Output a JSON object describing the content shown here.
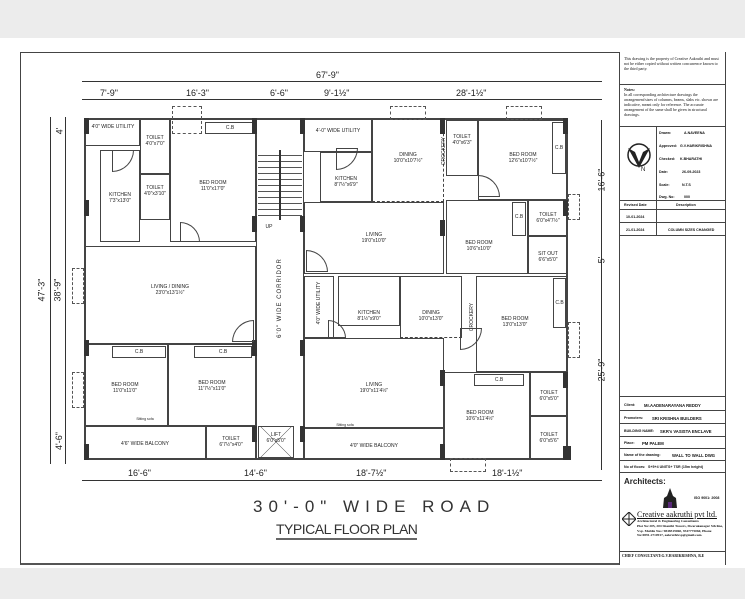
{
  "drawing": {
    "title": "TYPICAL FLOOR PLAN",
    "road_label": "30'-0\" WIDE ROAD",
    "corridor_label": "6'0\" WIDE CORRIDOR",
    "stair_label": "UP"
  },
  "dimensions": {
    "overall_width": "67'-9\"",
    "top_segments": [
      "7'-9\"",
      "16'-3\"",
      "6'-6\"",
      "9'-1½\"",
      "28'-1½\""
    ],
    "bottom_segments": [
      "16'-6\"",
      "14'-6\"",
      "18'-7½\"",
      "18'-1½\""
    ],
    "left_overall": "47'-3\"",
    "left_inner": "38'-9\"",
    "left_top": "4'",
    "left_bottom": "4'-6\"",
    "right_segments": [
      "16'-6\"",
      "5'",
      "25'-9\""
    ]
  },
  "rooms": [
    {
      "name": "4'0\" WIDE UTILITY",
      "size": ""
    },
    {
      "name": "TOILET",
      "size": "4'0\"x7'0\""
    },
    {
      "name": "TOILET",
      "size": "4'0\"x3'10\""
    },
    {
      "name": "KITCHEN",
      "size": "7'3\"x13'0\""
    },
    {
      "name": "BED ROOM",
      "size": "11'0\"x17'0\""
    },
    {
      "name": "4'-0\" WIDE UTILITY",
      "size": ""
    },
    {
      "name": "KITCHEN",
      "size": "8'7½\"x6'9\""
    },
    {
      "name": "DINING",
      "size": "10'0\"x10'7½\""
    },
    {
      "name": "LIVING",
      "size": "19'0\"x10'0\""
    },
    {
      "name": "TOILET",
      "size": "4'0\"x6'3\""
    },
    {
      "name": "BED ROOM",
      "size": "12'6\"x10'7½\""
    },
    {
      "name": "BED ROOM",
      "size": "10'6\"x10'0\""
    },
    {
      "name": "TOILET",
      "size": "6'0\"x4'7½\""
    },
    {
      "name": "SIT OUT",
      "size": "6'6\"x5'0\""
    },
    {
      "name": "LIVING / DINING",
      "size": "23'0\"x13'1½\""
    },
    {
      "name": "BED ROOM",
      "size": "11'0\"x11'0\""
    },
    {
      "name": "BED ROOM",
      "size": "11'7½\"x11'0\""
    },
    {
      "name": "4'6\" WIDE BALCONY",
      "size": ""
    },
    {
      "name": "TOILET",
      "size": "6'7½\"x4'0\""
    },
    {
      "name": "LIFT",
      "size": "6'0\"x5'0\""
    },
    {
      "name": "4'0\" WIDE UTILITY",
      "size": ""
    },
    {
      "name": "KITCHEN",
      "size": "8'1½\"x9'0\""
    },
    {
      "name": "DINING",
      "size": "10'0\"x13'0\""
    },
    {
      "name": "LIVING",
      "size": "19'0\"x11'4½\""
    },
    {
      "name": "4'0\" WIDE BALCONY",
      "size": ""
    },
    {
      "name": "BED ROOM",
      "size": "13'0\"x13'0\""
    },
    {
      "name": "BED ROOM",
      "size": "10'6\"x11'4½\""
    },
    {
      "name": "TOILET",
      "size": "6'0\"x5'0\""
    },
    {
      "name": "TOILET",
      "size": "6'0\"x5'6\""
    }
  ],
  "labels": {
    "cb": "C.B",
    "crockery": "CROCKERY",
    "sitting_sofa": "Sitting sofa"
  },
  "title_block": {
    "copyright": "This drawing is the property of Creative Aakruthi and must not be either copied without written concurrence known to the third party.",
    "notes_heading": "Notes:",
    "notes": "In all corresponding architecture drawings the arrangement/sizes of columns, beams, slabs etc. shown are indicative, meant only for reference. The accurate arrangement of the same shall be given in structural drawings.",
    "drawn_label": "Drawn:",
    "drawn": "A.NAVEENA",
    "approved_label": "Approved:",
    "approved": "G.V.HARIKRISHNA",
    "checked_label": "Checked:",
    "checked": "K.BHARATHI",
    "date_label": "Date:",
    "date": "26-09-2023",
    "scale_label": "Scale:",
    "scale": "N.T.S",
    "dwg_no_label": "Dwg. No:",
    "dwg_no": "000",
    "revised_date_header": "Revised Date",
    "description_header": "Description",
    "revisions": [
      {
        "date": "10-01-2024",
        "description": ""
      },
      {
        "date": "21-01-2024",
        "description": "COLUMN SIZES CHANGED"
      }
    ],
    "client_label": "Client:",
    "client": "Mr.AADENARAYANA REDDY",
    "promoters_label": "Promoters:",
    "promoters": "SRI KRISHNA BUILDERS",
    "building_label": "BUILDING NAME:",
    "building": "SKR's VASISTA ENCLAVE",
    "place_label": "Place:",
    "place": "PM PALEM",
    "drawing_name_label": "Name of the drawing:",
    "drawing_name": "WALL TO WALL DWG",
    "floors_label": "No of floors:",
    "floors": "S+5+4 UNITS+ TSR (15m height)",
    "architects_heading": "Architects:",
    "iso": "ISO 9001: 2008",
    "firm_name": "Creative aakruthi pvt ltd.",
    "firm_sub": "Architectural & Engineering Consultants",
    "firm_address": "Plot No:205, 204 Shanthi Towers, Dwarakanagar 5th line, Vsp. Mobile Nos: 9848519060, 9347775060, Phone No:0891-2710917, aakruthivsp@gmail.com.",
    "chief_consultant": "CHIEF CONSULTANT:G.V.HARIKRISHNA, B.E"
  },
  "colors": {
    "background": "#ececec",
    "paper": "#ffffff",
    "line": "#333333",
    "column": "#333333",
    "logo_purple": "#3a1a4a"
  }
}
